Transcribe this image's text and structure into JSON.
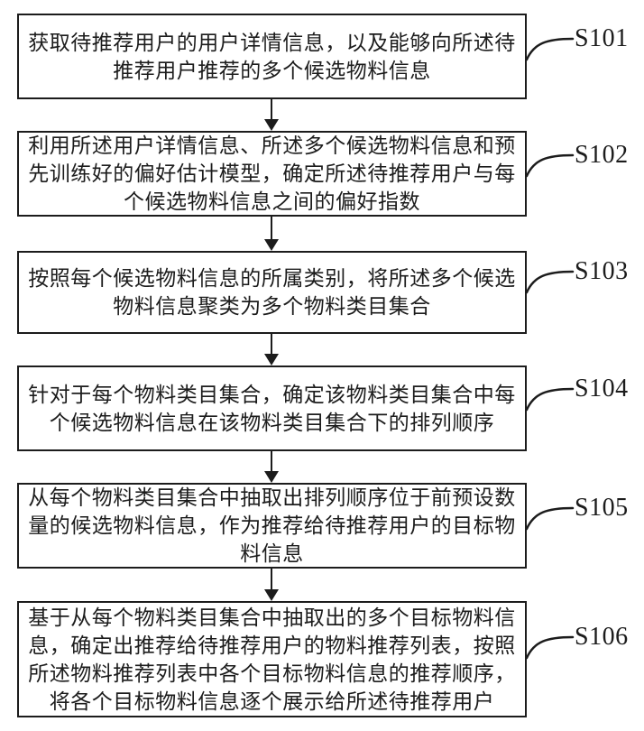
{
  "figure": {
    "type": "flowchart",
    "background_color": "#ffffff",
    "line_color": "#1c1c1c",
    "description": "Six-step vertical flowchart with step labels S101 to S106 connected by downward arrows"
  },
  "steps": [
    {
      "label": "S101",
      "text": "获取待推荐用户的用户详情信息，以及能够向所述待\n推荐用户推荐的多个候选物料信息"
    },
    {
      "label": "S102",
      "text": "利用所述用户详情信息、所述多个候选物料信息和预\n先训练好的偏好估计模型，确定所述待推荐用户与每\n个候选物料信息之间的偏好指数"
    },
    {
      "label": "S103",
      "text": "按照每个候选物料信息的所属类别，将所述多个候选\n物料信息聚类为多个物料类目集合"
    },
    {
      "label": "S104",
      "text": "针对于每个物料类目集合，确定该物料类目集合中每\n个候选物料信息在该物料类目集合下的排列顺序"
    },
    {
      "label": "S105",
      "text": "从每个物料类目集合中抽取出排列顺序位于前预设数\n量的候选物料信息，作为推荐给待推荐用户的目标物\n料信息"
    },
    {
      "label": "S106",
      "text": "基于从每个物料类目集合中抽取出的多个目标物料信\n息，确定出推荐给待推荐用户的物料推荐列表，按照\n所述物料推荐列表中各个目标物料信息的推荐顺序，\n将各个目标物料信息逐个展示给所述待推荐用户"
    }
  ]
}
